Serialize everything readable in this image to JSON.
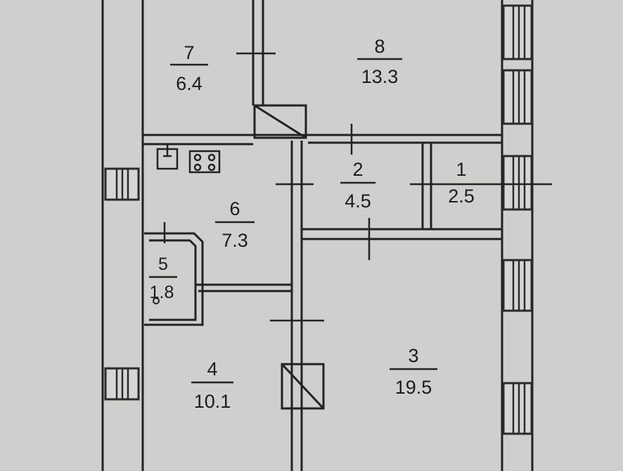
{
  "plan": {
    "rooms": [
      {
        "number": "1",
        "area": "2.5"
      },
      {
        "number": "2",
        "area": "4.5"
      },
      {
        "number": "3",
        "area": "19.5"
      },
      {
        "number": "4",
        "area": "10.1"
      },
      {
        "number": "5",
        "area": "1.8"
      },
      {
        "number": "6",
        "area": "7.3"
      },
      {
        "number": "7",
        "area": "6.4"
      },
      {
        "number": "8",
        "area": "13.3"
      }
    ]
  }
}
